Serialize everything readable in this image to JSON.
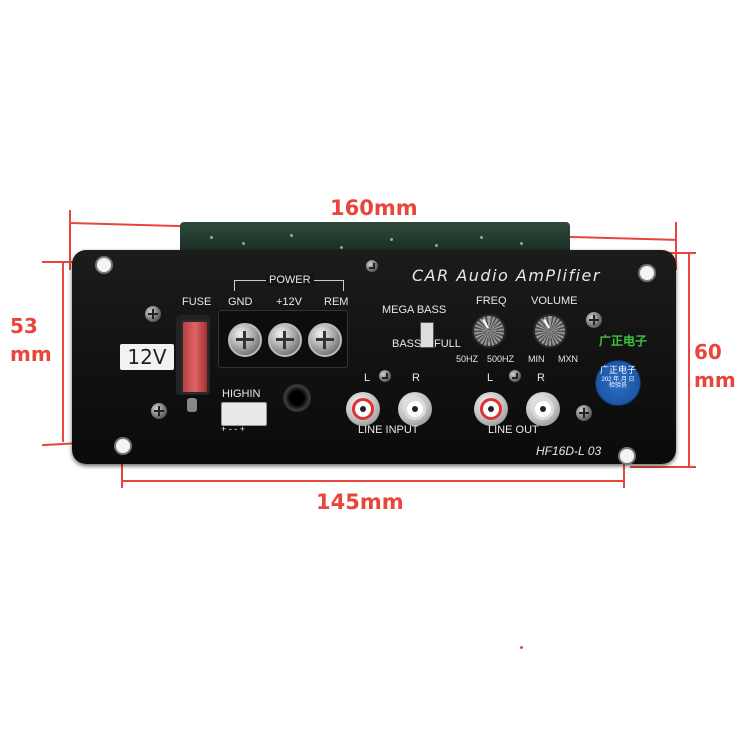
{
  "dimensions": {
    "top_width": "160mm",
    "bottom_width": "145mm",
    "left_height_value": "53",
    "left_height_unit": "mm",
    "right_height_value": "60",
    "right_height_unit": "mm"
  },
  "panel": {
    "title": "CAR Audio AmPlifier",
    "power_label": "POWER",
    "gnd": "GND",
    "plus12v": "+12V",
    "rem": "REM",
    "fuse": "FUSE",
    "voltage_label": "12V",
    "highin": "HIGHIN",
    "highin_pins": "+  -  -  +",
    "mega_bass": "MEGA BASS",
    "bass": "BASS",
    "full": "FULL",
    "freq": "FREQ",
    "freq_min": "50HZ",
    "freq_max": "500HZ",
    "volume": "VOLUME",
    "vol_min": "MIN",
    "vol_max": "MXN",
    "line_input": "LINE INPUT",
    "line_out": "LINE OUT",
    "left": "L",
    "right": "R",
    "model": "HF16D-L  03",
    "brand": "广正电子",
    "sticker_title": "广正电子",
    "sticker_line1": "202 年 月 日",
    "sticker_line2": "检验员"
  },
  "colors": {
    "dimension": "#e8453c",
    "panel": "#111111",
    "brand": "#3ec63e",
    "sticker": "#2c6fc6"
  }
}
